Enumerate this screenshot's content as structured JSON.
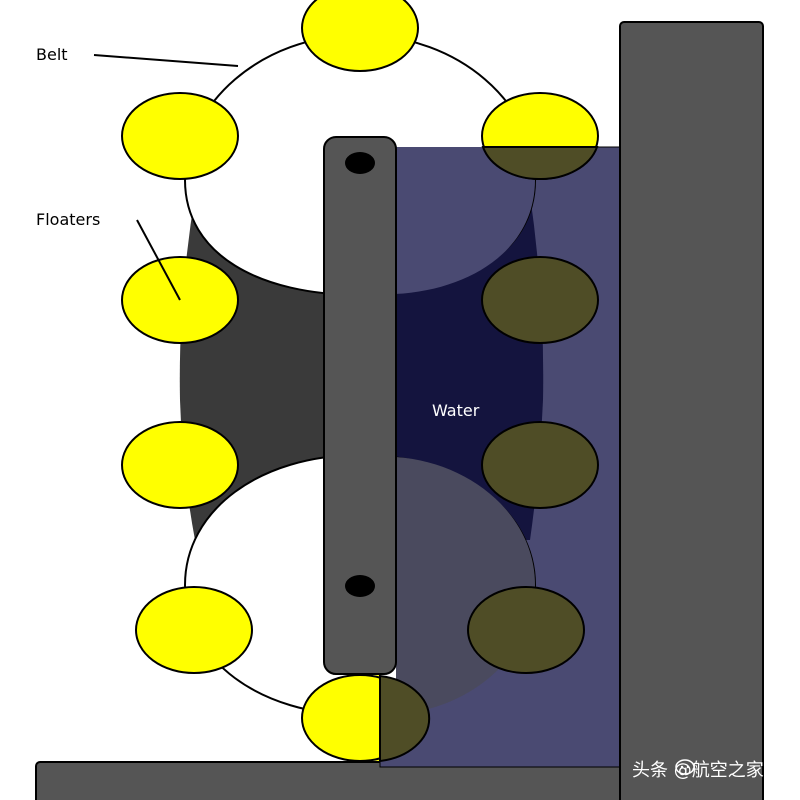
{
  "labels": {
    "belt": "Belt",
    "floaters": "Floaters",
    "water": "Water"
  },
  "watermark": {
    "text": "头条 @航空之家",
    "icon": "chat-bubble-icon"
  },
  "colors": {
    "floater": "#ffff00",
    "floater_submerged": "#4f4d26",
    "water": "#4a4a7a",
    "water_deep": "#14143e",
    "structure": "#555555",
    "belt_shadow": "#3a3a3a",
    "belt_fill": "#ffffff",
    "outline": "#000000"
  }
}
